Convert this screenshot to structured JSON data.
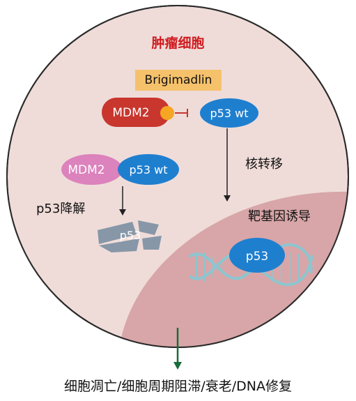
{
  "cell": {
    "title": "肿瘤细胞",
    "drug": "Brigimadlin",
    "top_complex": {
      "mdm2": "MDM2",
      "p53": "p53 wt"
    },
    "bound_complex": {
      "mdm2": "MDM2",
      "p53": "p53 wt"
    },
    "degraded_p53": "p53",
    "nuclear_p53": "p53",
    "labels": {
      "translocation": "核转移",
      "degradation": "p53降解",
      "target_gene_induction": "靶基因诱导"
    }
  },
  "outcome": "细胞凋亡/细胞周期阻滞/衰老/DNA修复",
  "colors": {
    "cell_fill": "#efdcd9",
    "nucleus_fill": "#d8a6a8",
    "mdm2_red": "#c8362d",
    "mdm2_pink": "#dc82bc",
    "p53_blue": "#1f7fcf",
    "drug_box": "#f6c16b",
    "inhibitor_dot": "#f5a623",
    "fragment_gray": "#8797a8",
    "dna_teal": "#8cc6d0",
    "title_red": "#d11a1f",
    "outcome_arrow": "#1a6b3c"
  }
}
